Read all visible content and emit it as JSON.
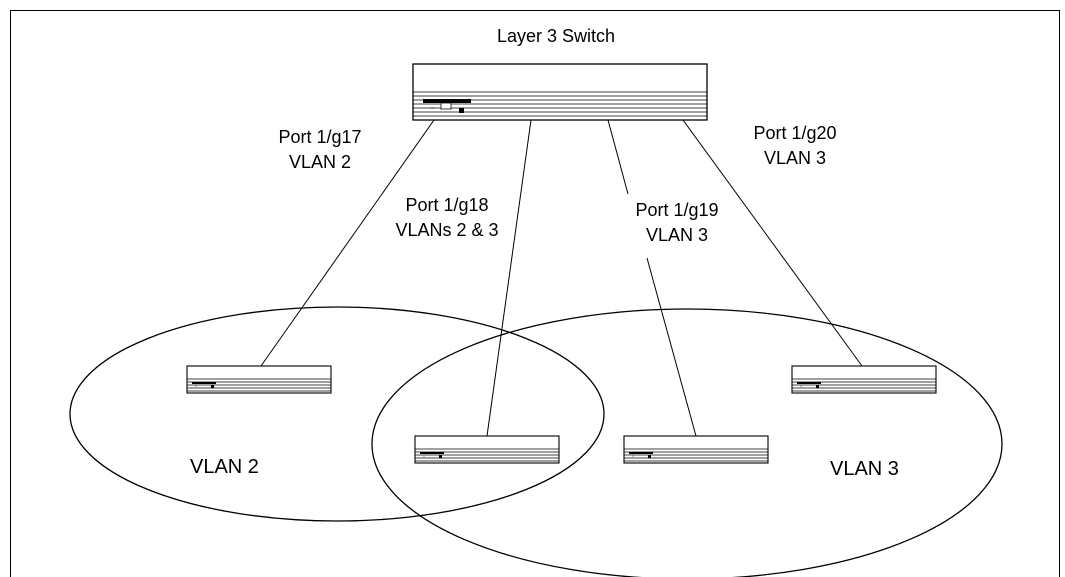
{
  "diagram": {
    "title": "Layer 3 Switch",
    "links": [
      {
        "port": "Port 1/g17",
        "vlan": "VLAN 2"
      },
      {
        "port": "Port 1/g18",
        "vlan": "VLANs 2 & 3"
      },
      {
        "port": "Port 1/g19",
        "vlan": "VLAN 3"
      },
      {
        "port": "Port 1/g20",
        "vlan": "VLAN 3"
      }
    ],
    "vlan_groups": [
      {
        "name": "VLAN 2"
      },
      {
        "name": "VLAN 3"
      }
    ]
  }
}
